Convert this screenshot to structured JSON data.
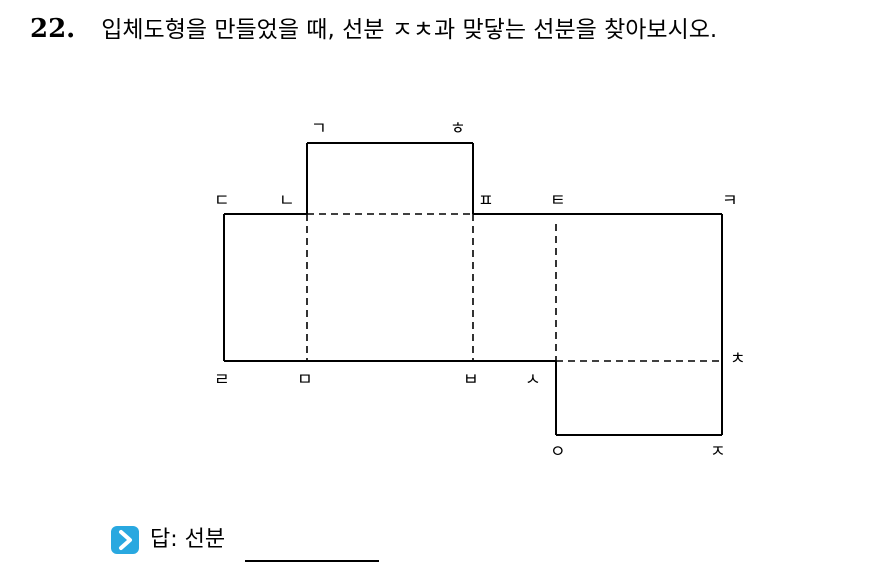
{
  "question": {
    "number": "22.",
    "text": "입체도형을 만들었을 때, 선분 ㅈㅊ과 맞닿는 선분을 찾아보시오."
  },
  "diagram": {
    "vertex_labels": {
      "giyeok": "ㄱ",
      "hieut": "ㅎ",
      "digeut": "ㄷ",
      "nieun": "ㄴ",
      "pieup": "ㅍ",
      "tieut": "ㅌ",
      "kieuk": "ㅋ",
      "rieul": "ㄹ",
      "mieum": "ㅁ",
      "bieup": "ㅂ",
      "siot": "ㅅ",
      "chieut": "ㅊ",
      "ieung": "ㅇ",
      "jieut": "ㅈ"
    }
  },
  "answer": {
    "label": "답: 선분",
    "icon": "chevron-right-icon",
    "icon_color": "#29a8e0"
  }
}
